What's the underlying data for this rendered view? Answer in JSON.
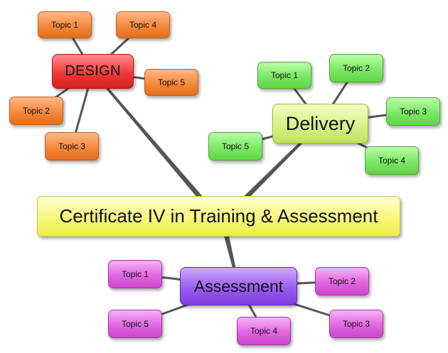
{
  "central_topic": {
    "label": "Certificate IV in Training & Assessment",
    "color": "#f2f27a"
  },
  "branches": {
    "design": {
      "label": "DESIGN",
      "color": "#ee3434",
      "topic_color": "#f5883c",
      "topics": [
        "Topic 1",
        "Topic 2",
        "Topic 3",
        "Topic 4",
        "Topic 5"
      ]
    },
    "delivery": {
      "label": "Delivery",
      "color": "#d6f28a",
      "topic_color": "#7ce866",
      "topics": [
        "Topic 1",
        "Topic 2",
        "Topic 3",
        "Topic 4",
        "Topic 5"
      ]
    },
    "assessment": {
      "label": "Assessment",
      "color": "#9a5cf0",
      "topic_color": "#e066e0",
      "topics": [
        "Topic 1",
        "Topic 2",
        "Topic 3",
        "Topic 4",
        "Topic 5"
      ]
    }
  },
  "connector_color": "#555555"
}
